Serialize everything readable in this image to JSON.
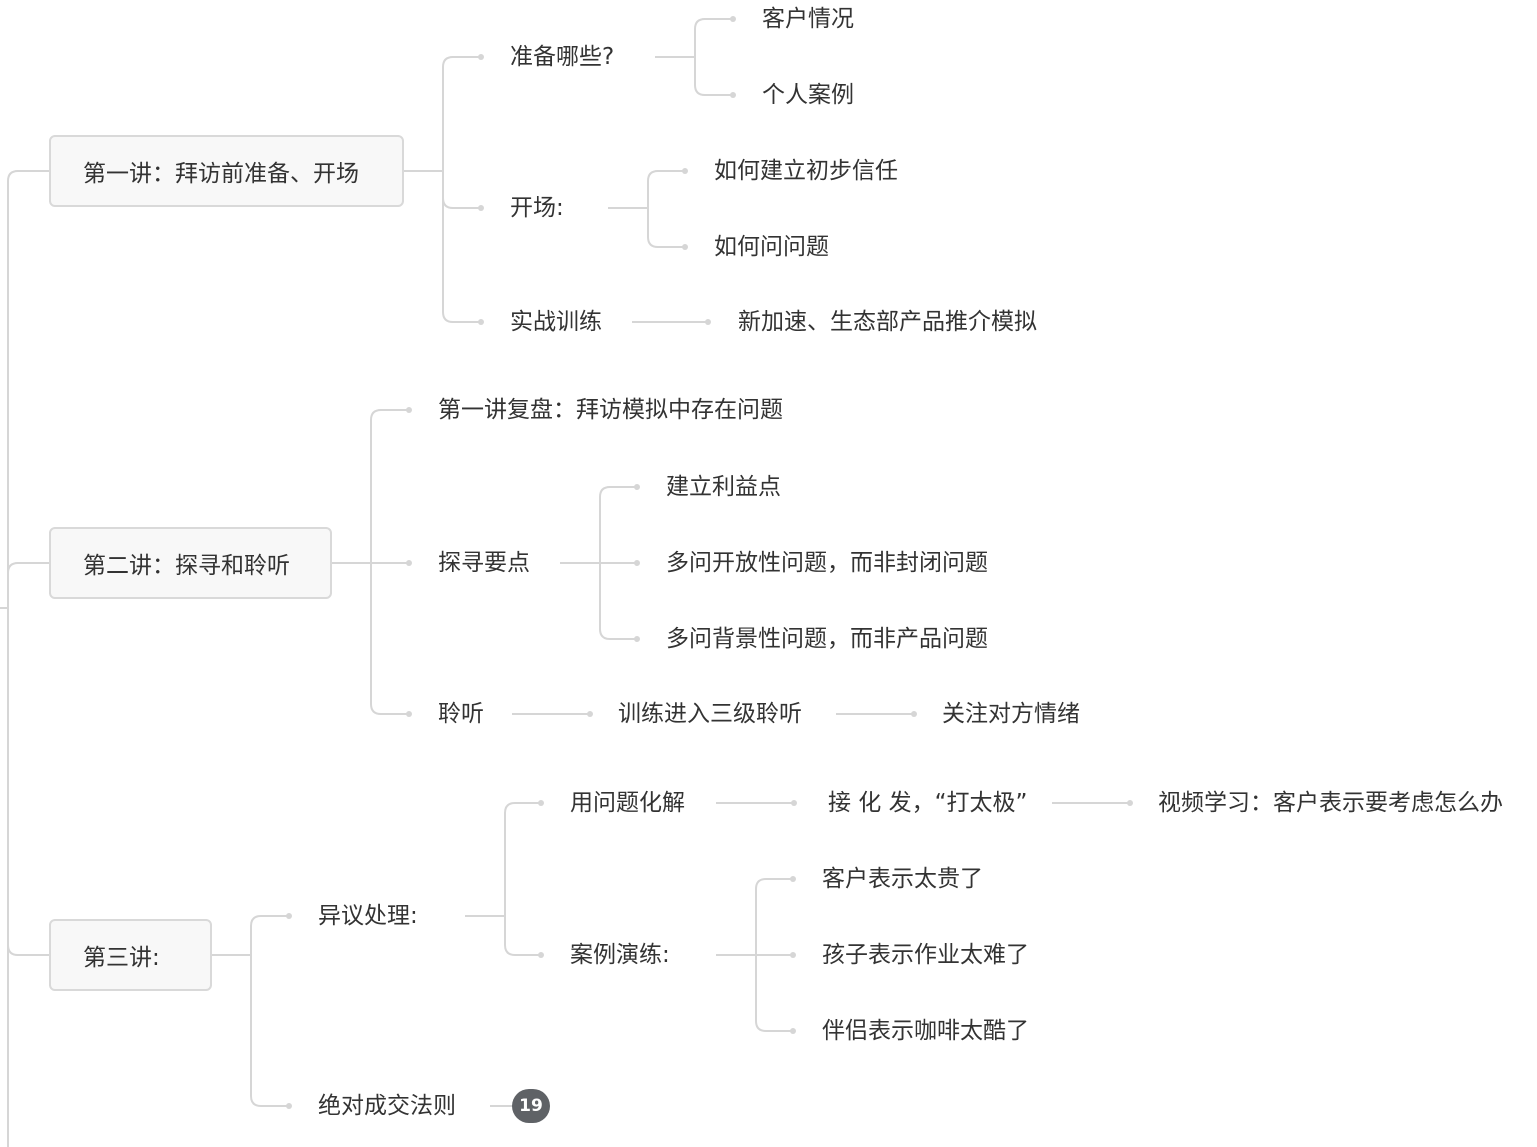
{
  "colors": {
    "line": "#d6d6d6",
    "text": "#333333",
    "box_bg": "#f8f8f8",
    "box_border": "#d9d9d9",
    "badge": "#5f6266"
  },
  "lecture1": {
    "title": "第一讲：拜访前准备、开场",
    "prep": {
      "label": "准备哪些?",
      "children": [
        "客户情况",
        "个人案例"
      ]
    },
    "opening": {
      "label": "开场:",
      "children": [
        "如何建立初步信任",
        "如何问问题"
      ]
    },
    "practice": {
      "label": "实战训练",
      "child": "新加速、生态部产品推介模拟"
    }
  },
  "lecture2": {
    "title": "第二讲：探寻和聆听",
    "review": "第一讲复盘：拜访模拟中存在问题",
    "explore": {
      "label": "探寻要点",
      "children": [
        "建立利益点",
        "多问开放性问题，而非封闭问题",
        "多问背景性问题，而非产品问题"
      ]
    },
    "listen": {
      "label": "聆听",
      "child": "训练进入三级聆听",
      "grandchild": "关注对方情绪"
    }
  },
  "lecture3": {
    "title": "第三讲:",
    "objection": {
      "label": "异议处理:",
      "resolve": {
        "label": "用问题化解",
        "child": "接 化 发，“打太极”",
        "grandchild": "视频学习：客户表示要考虑怎么办"
      },
      "cases": {
        "label": "案例演练:",
        "children": [
          "客户表示太贵了",
          "孩子表示作业太难了",
          "伴侣表示咖啡太酷了"
        ]
      }
    },
    "closing": {
      "label": "绝对成交法则",
      "collapsed_count": "19"
    }
  }
}
